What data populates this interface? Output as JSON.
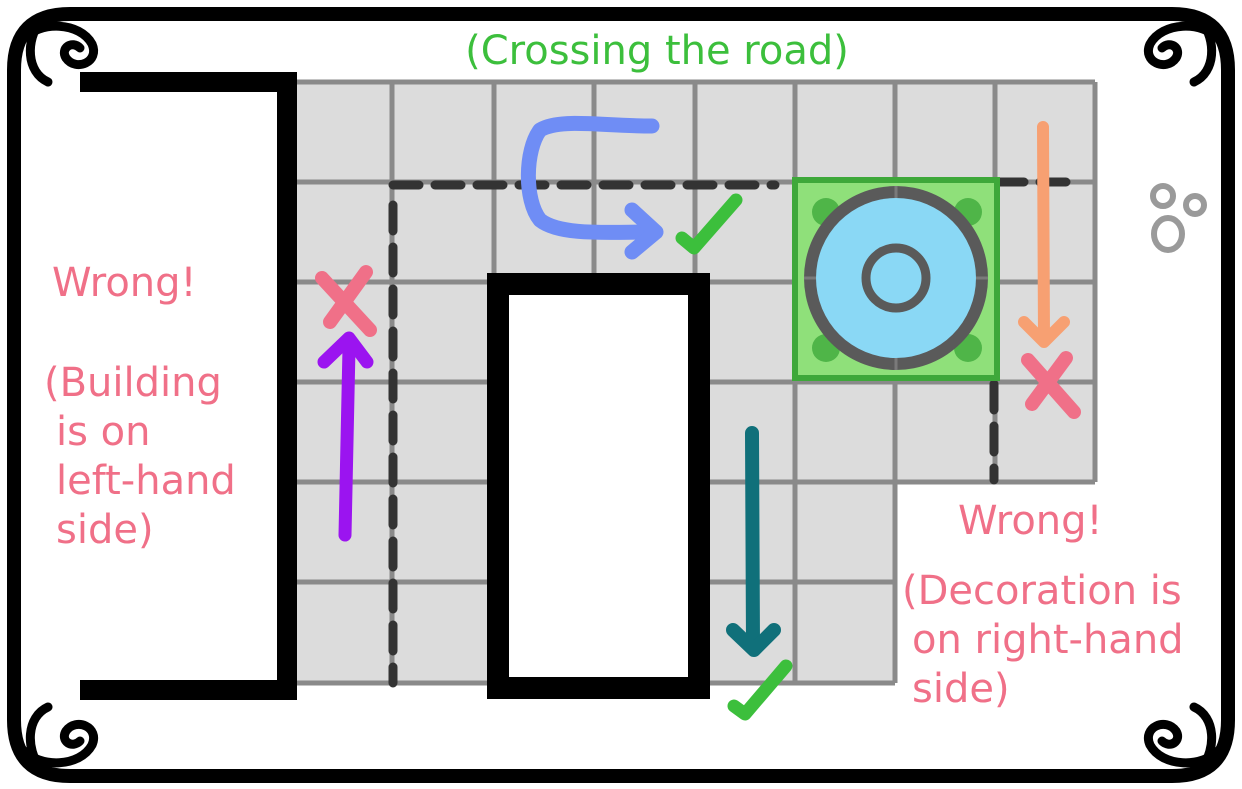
{
  "labels": {
    "crossing": "(Crossing the road)",
    "wrong_left": "Wrong!",
    "wrong_left_reason": [
      "(Building",
      "is on",
      "left-hand",
      "side)"
    ],
    "wrong_right": "Wrong!",
    "wrong_right_reason": [
      "(Decoration is",
      "on right-hand",
      "side)"
    ]
  },
  "colors": {
    "frame": "#000000",
    "road": "#dcdcdc",
    "grid": "#8a8a8a",
    "dashed_line": "#333333",
    "wrong_text": "#f07088",
    "correct_text": "#3cbf3c",
    "cross": "#f07088",
    "check": "#3cbf3c",
    "arrow_blue": "#6f8df5",
    "arrow_purple": "#9b14f0",
    "arrow_orange": "#f7a072",
    "arrow_teal": "#10707a",
    "fountain_green": "#8fe07a",
    "fountain_water": "#8ad8f5",
    "fountain_rim": "#555555"
  },
  "icons": [
    "cross-icon",
    "check-icon",
    "fountain-icon",
    "pebbles-icon",
    "scroll-corner-icon"
  ]
}
